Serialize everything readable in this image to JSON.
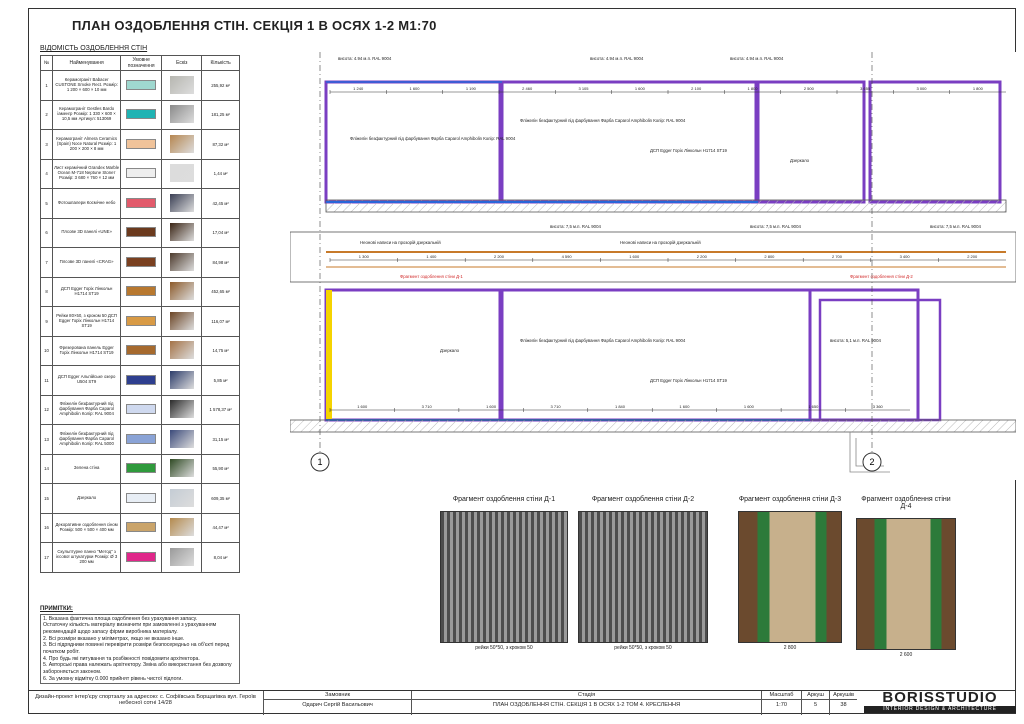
{
  "sheet": {
    "title": "ПЛАН ОЗДОБЛЕННЯ СТІН. СЕКЦІЯ 1 В ОСЯХ 1-2 М1:70",
    "table_title": "ВІДОМІСТЬ ОЗДОБЛЕННЯ СТІН"
  },
  "legend": {
    "headers": [
      "№",
      "Найменування",
      "Умовне позначення",
      "Ескіз",
      "Кількість"
    ],
    "rows": [
      {
        "num": "1",
        "name": "Керамограніт Babacer CUSTONE Smoke Rect. Розмір: 1 200 × 600 × 10 мм",
        "color": "#9fd8cf",
        "tex": "#b6b6b0",
        "qty": "255,92 м²"
      },
      {
        "num": "2",
        "name": "Керамограніт Gestles Bardo іаменгр Розмір: 1 330 × 600 × 10,5 мм Артикул: 513069",
        "color": "#1fb3b3",
        "tex": "#8a8a8a",
        "qty": "181,25 м²"
      },
      {
        "num": "3",
        "name": "Керамограніт Almera Ceramics (Spain) Noce Natural Розмір: 1 200 × 200 × 8 мм",
        "color": "#f0c39a",
        "tex": "#b58650",
        "qty": "87,32 м²"
      },
      {
        "num": "4",
        "name": "Лист керамічний Grandex Marble Ocean M-718 Neptune Stoneт Розмір: 3 680 × 760 × 12 мм",
        "color": "#eeeeee",
        "tex": "#dcdcdc",
        "qty": "1,44 м²"
      },
      {
        "num": "5",
        "name": "Фотошпалери Космічне небо",
        "color": "#e25a6b",
        "tex": "#3a3f54",
        "qty": "42,45 м²"
      },
      {
        "num": "6",
        "name": "Плсове 3D панелі «UNE»",
        "color": "#6b3a1e",
        "tex": "#3a2414",
        "qty": "17,04 м²"
      },
      {
        "num": "7",
        "name": "Плсове 3D панелі «CRAG»",
        "color": "#7a4020",
        "tex": "#4c3a2c",
        "qty": "84,98 м²"
      },
      {
        "num": "8",
        "name": "ДСП Egger Горіх Лінкольн H1714 ST19",
        "color": "#b8782f",
        "tex": "#8c5a2a",
        "qty": "452,65 м²"
      },
      {
        "num": "9",
        "name": "Рейки 80×50, з кроком 50 ДСП Egger Горіх Лінкольн H1714 ST19",
        "color": "#d89a45",
        "tex": "#6b4424",
        "qty": "116,07 м²"
      },
      {
        "num": "10",
        "name": "Фрезерована панель Egger Горіх Лінкольн H1714 ST19",
        "color": "#a66a2e",
        "tex": "#a47246",
        "qty": "14,75 м²"
      },
      {
        "num": "11",
        "name": "ДСП Egger Альпійське озеро U504 ST9",
        "color": "#2e3f8f",
        "tex": "#2c3c6a",
        "qty": "5,85 м²"
      },
      {
        "num": "12",
        "name": "Фліжелін безфактурний під фарбування Фарба Caparol Amphibolin Колір: RAL 9004",
        "color": "#cfd9ef",
        "tex": "#2a2a2a",
        "qty": "1 578,37 м²"
      },
      {
        "num": "13",
        "name": "Фліжелін безфактурний під фарбування Фарба Caparol Amphibolin Колір: RAL 5000",
        "color": "#8aa3d6",
        "tex": "#3b4a7a",
        "qty": "31,15 м²"
      },
      {
        "num": "14",
        "name": "Зелена стіна",
        "color": "#2f9a3c",
        "tex": "#2f4a24",
        "qty": "55,90 м²"
      },
      {
        "num": "15",
        "name": "Дзеркало",
        "color": "#e8eef5",
        "tex": "#c4ccd4",
        "qty": "609,35 м²"
      },
      {
        "num": "16",
        "name": "Декоративне оздоблення сіном Розмір: 500 × 500 × 400 мм",
        "color": "#caa46a",
        "tex": "#b48a4e",
        "qty": "44,47 м²"
      },
      {
        "num": "17",
        "name": "Скульптурне панно \"Метод\" з ієсової штукатурки Розмір: Ø 3 200 мм",
        "color": "#e0278a",
        "tex": "#9a9a9a",
        "qty": "8,04 м²"
      }
    ]
  },
  "notes": {
    "heading": "ПРИМІТКИ:",
    "items": [
      "1. Вказана фактична площа оздоблення без урахування запасу.",
      "Остаточну кількість матеріалу визначити при замовленні з урахуванням рекомендацій щодо запасу фірми виробника матеріалу.",
      "2. Всі розміри вказано у міліметрах, якщо не вказано інше.",
      "3. Всі підрядники повинні перевірити розміри безпосередньо на об'єкті перед початком робіт.",
      "4. Про будь які питування та розбіжності повідомити архітектора.",
      "5. Авторські права належать архітектору. Зміна або використання без дозволу забороняється законом.",
      "6. За умовну відмітку 0.000 прийнят рівень чистої підлоги."
    ]
  },
  "plan": {
    "axis_left": "1",
    "axis_right": "2",
    "heights": [
      "висота: 4.94 м.п. RAL 9004",
      "висота: 7,5 м.п. RAL 9004",
      "висота: 5,1 м.п. RAL 9004"
    ],
    "wall_notes": [
      "Фліжелін безфактурний під фарбування Фарба Caparol Amphibolin Колір: RAL 9004",
      "ДСП Egger Горіх Лінкольн H1714 ST19",
      "Дзеркало",
      "Неонові написи на прозорій дзеркальній",
      "Фрагмент оздоблення стіни Д-1",
      "Фрагмент оздоблення стіни Д-2"
    ],
    "dims_top": [
      "1 240",
      "1 600",
      "1 190",
      "2 460",
      "3 105",
      "1 600",
      "2 100",
      "1 800",
      "2 500",
      "3 655",
      "3 000",
      "1 800"
    ],
    "dims_mid": [
      "1 300",
      "1 400",
      "2 200",
      "4 590",
      "1 600",
      "2 200",
      "2 800",
      "2 700",
      "3 400",
      "2 200"
    ],
    "dims_bottom": [
      "1 600",
      "3 710",
      "1 600",
      "3 710",
      "1 840",
      "1 600",
      "1 600",
      "1 650",
      "3 360"
    ]
  },
  "fragments": [
    {
      "title": "Фрагмент оздоблення стіни Д-1",
      "caption": "рейки 50*50, з кроком 50"
    },
    {
      "title": "Фрагмент оздоблення стіни Д-2",
      "caption": "рейки 50*50, з кроком 50"
    },
    {
      "title": "Фрагмент оздоблення стіни Д-3",
      "caption": "2 800"
    },
    {
      "title": "Фрагмент оздоблення стіни Д-4",
      "caption": "2 600"
    }
  ],
  "title_block": {
    "project": "Дизайн-проект інтер'єру спортзалу за адресою: с. Софіївська Борщагівка вул. Героїв небесної сотні 14/28",
    "client_hdr": "Замовник",
    "client": "Одарич Сергій Васильович",
    "stage_hdr": "Стадія",
    "stage": "ПЛАН ОЗДОБЛЕННЯ СТІН. СЕКЦІЯ 1 В ОСЯХ 1-2 ТОМ 4. КРЕСЛЕННЯ",
    "scale_hdr": "Масштаб",
    "scale": "1:70",
    "sheet_hdr": "Аркуш",
    "sheet": "5",
    "sheets_hdr": "Аркушів",
    "sheets": "38",
    "logo": "BORISSTUDIO",
    "logo_sub": "INTERIOR DESIGN & ARCHITECTURE"
  }
}
